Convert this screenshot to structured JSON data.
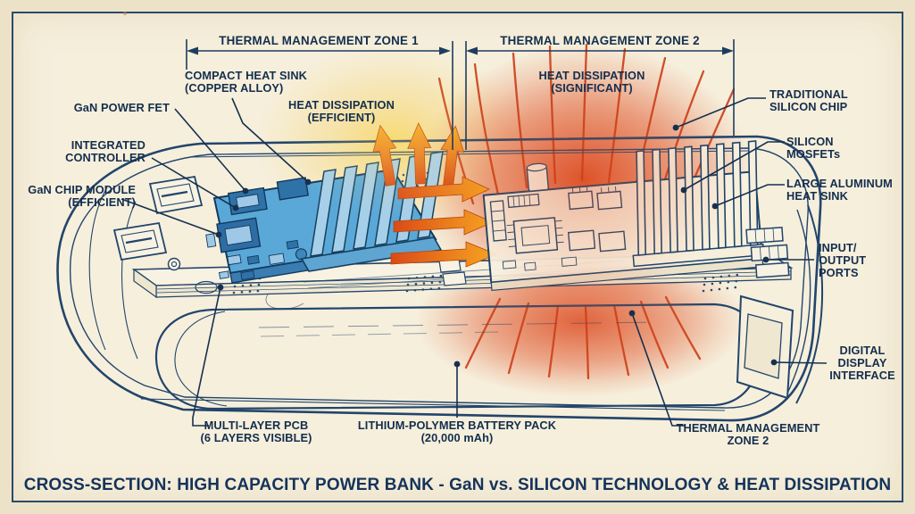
{
  "title": "CROSS-SECTION: HIGH CAPACITY POWER BANK - GaN vs. SILICON TECHNOLOGY & HEAT DISSIPATION",
  "zones": {
    "zone1_label": "THERMAL MANAGEMENT ZONE 1",
    "zone2_label": "THERMAL MANAGEMENT ZONE 2"
  },
  "callouts": {
    "compact_heat_sink": [
      "COMPACT HEAT SINK",
      "(COPPER ALLOY)"
    ],
    "gan_power_fet": [
      "GaN POWER FET"
    ],
    "integrated_controller": [
      "INTEGRATED",
      "CONTROLLER"
    ],
    "gan_chip_module": [
      "GaN CHIP MODULE",
      "(EFFICIENT)"
    ],
    "heat_dissipation_efficient": [
      "HEAT DISSIPATION",
      "(EFFICIENT)"
    ],
    "heat_dissipation_significant": [
      "HEAT DISSIPATION",
      "(SIGNIFICANT)"
    ],
    "traditional_silicon_chip": [
      "TRADITIONAL",
      "SILICON CHIP"
    ],
    "silicon_mosfets": [
      "SILICON",
      "MOSFETs"
    ],
    "large_aluminum_heat_sink": [
      "LARGE ALUMINUM",
      "HEAT SINK"
    ],
    "input_output_ports": [
      "INPUT/",
      "OUTPUT",
      "PORTS"
    ],
    "digital_display_interface": [
      "DIGITAL",
      "DISPLAY",
      "INTERFACE"
    ],
    "multi_layer_pcb": [
      "MULTI-LAYER PCB",
      "(6 LAYERS VISIBLE)"
    ],
    "battery_pack": [
      "LITHIUM-POLYMER BATTERY PACK",
      "(20,000 mAh)"
    ],
    "thermal_zone2_bottom": [
      "THERMAL MANAGEMENT",
      "ZONE 2"
    ]
  },
  "colors": {
    "paper_outer": "#ece2c8",
    "paper_inner": "#f6efdc",
    "ink_navy": "#1f3c60",
    "label_text": "#142e4d",
    "gan_board_blue": "#58a7d6",
    "heatsink_blue": "#a6cfea",
    "heat_arrow_orange": "#f7a821",
    "heat_arrow_deep": "#e2571c",
    "heat_glow_red": "#dc4a20",
    "heat_glow_yellow": "#f8d96e"
  }
}
